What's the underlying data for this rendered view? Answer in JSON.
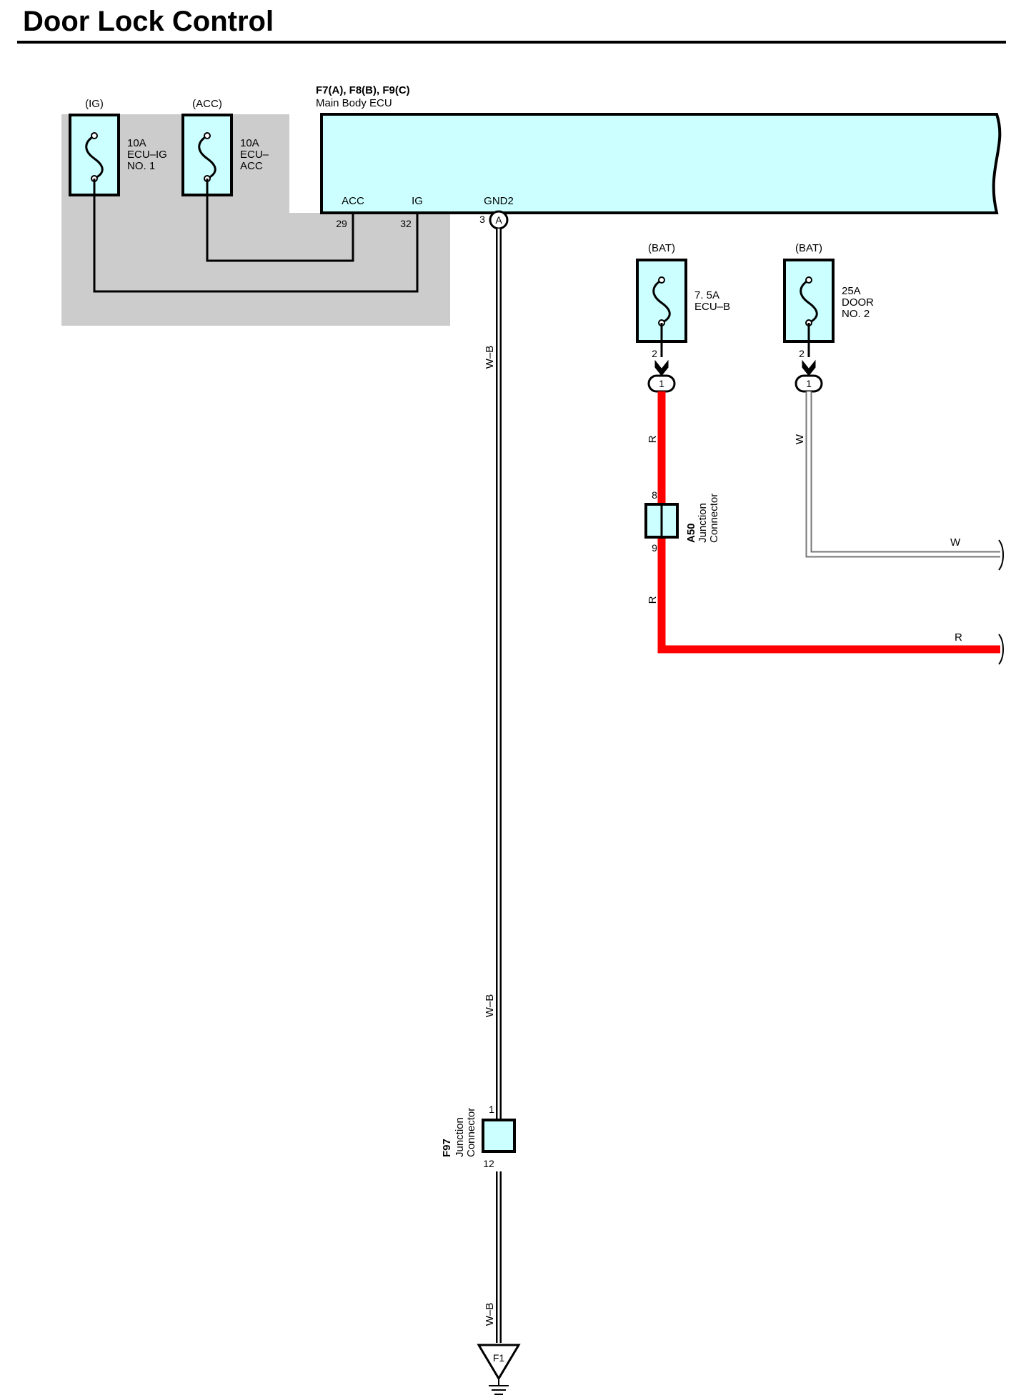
{
  "title": "Door Lock Control",
  "colors": {
    "ecu_fill": "#ccffff",
    "fuse_fill": "#ccffff",
    "power_area": "#cccccc",
    "wire_red": "#ff0000",
    "wire_outline": "#000000"
  },
  "ecu": {
    "ref": "F7(A), F8(B), F9(C)",
    "name": "Main Body ECU",
    "terminals": [
      {
        "name": "ACC",
        "pin": "29"
      },
      {
        "name": "IG",
        "pin": "32"
      },
      {
        "name": "GND2",
        "pin": "3",
        "connector": "A"
      }
    ]
  },
  "fuses": [
    {
      "source": "(IG)",
      "rating": "10A",
      "line1": "ECU–IG",
      "line2": "NO. 1"
    },
    {
      "source": "(ACC)",
      "rating": "10A",
      "line1": "ECU–",
      "line2": "ACC"
    },
    {
      "source": "(BAT)",
      "rating": "7. 5A",
      "line1": "ECU–B",
      "line2": "",
      "pin": "2",
      "conn_pin": "1"
    },
    {
      "source": "(BAT)",
      "rating": "25A",
      "line1": "DOOR",
      "line2": "NO. 2",
      "pin": "2",
      "conn_pin": "1"
    }
  ],
  "junctions": {
    "a50": {
      "ref": "A50",
      "line1": "Junction",
      "line2": "Connector",
      "pin_top": "8",
      "pin_bottom": "9"
    },
    "f97": {
      "ref": "F97",
      "line1": "Junction",
      "line2": "Connector",
      "pin_top": "1",
      "pin_bottom": "12"
    }
  },
  "wires": {
    "ground": "W–B",
    "red": "R",
    "white": "W"
  },
  "ground_point": "F1"
}
